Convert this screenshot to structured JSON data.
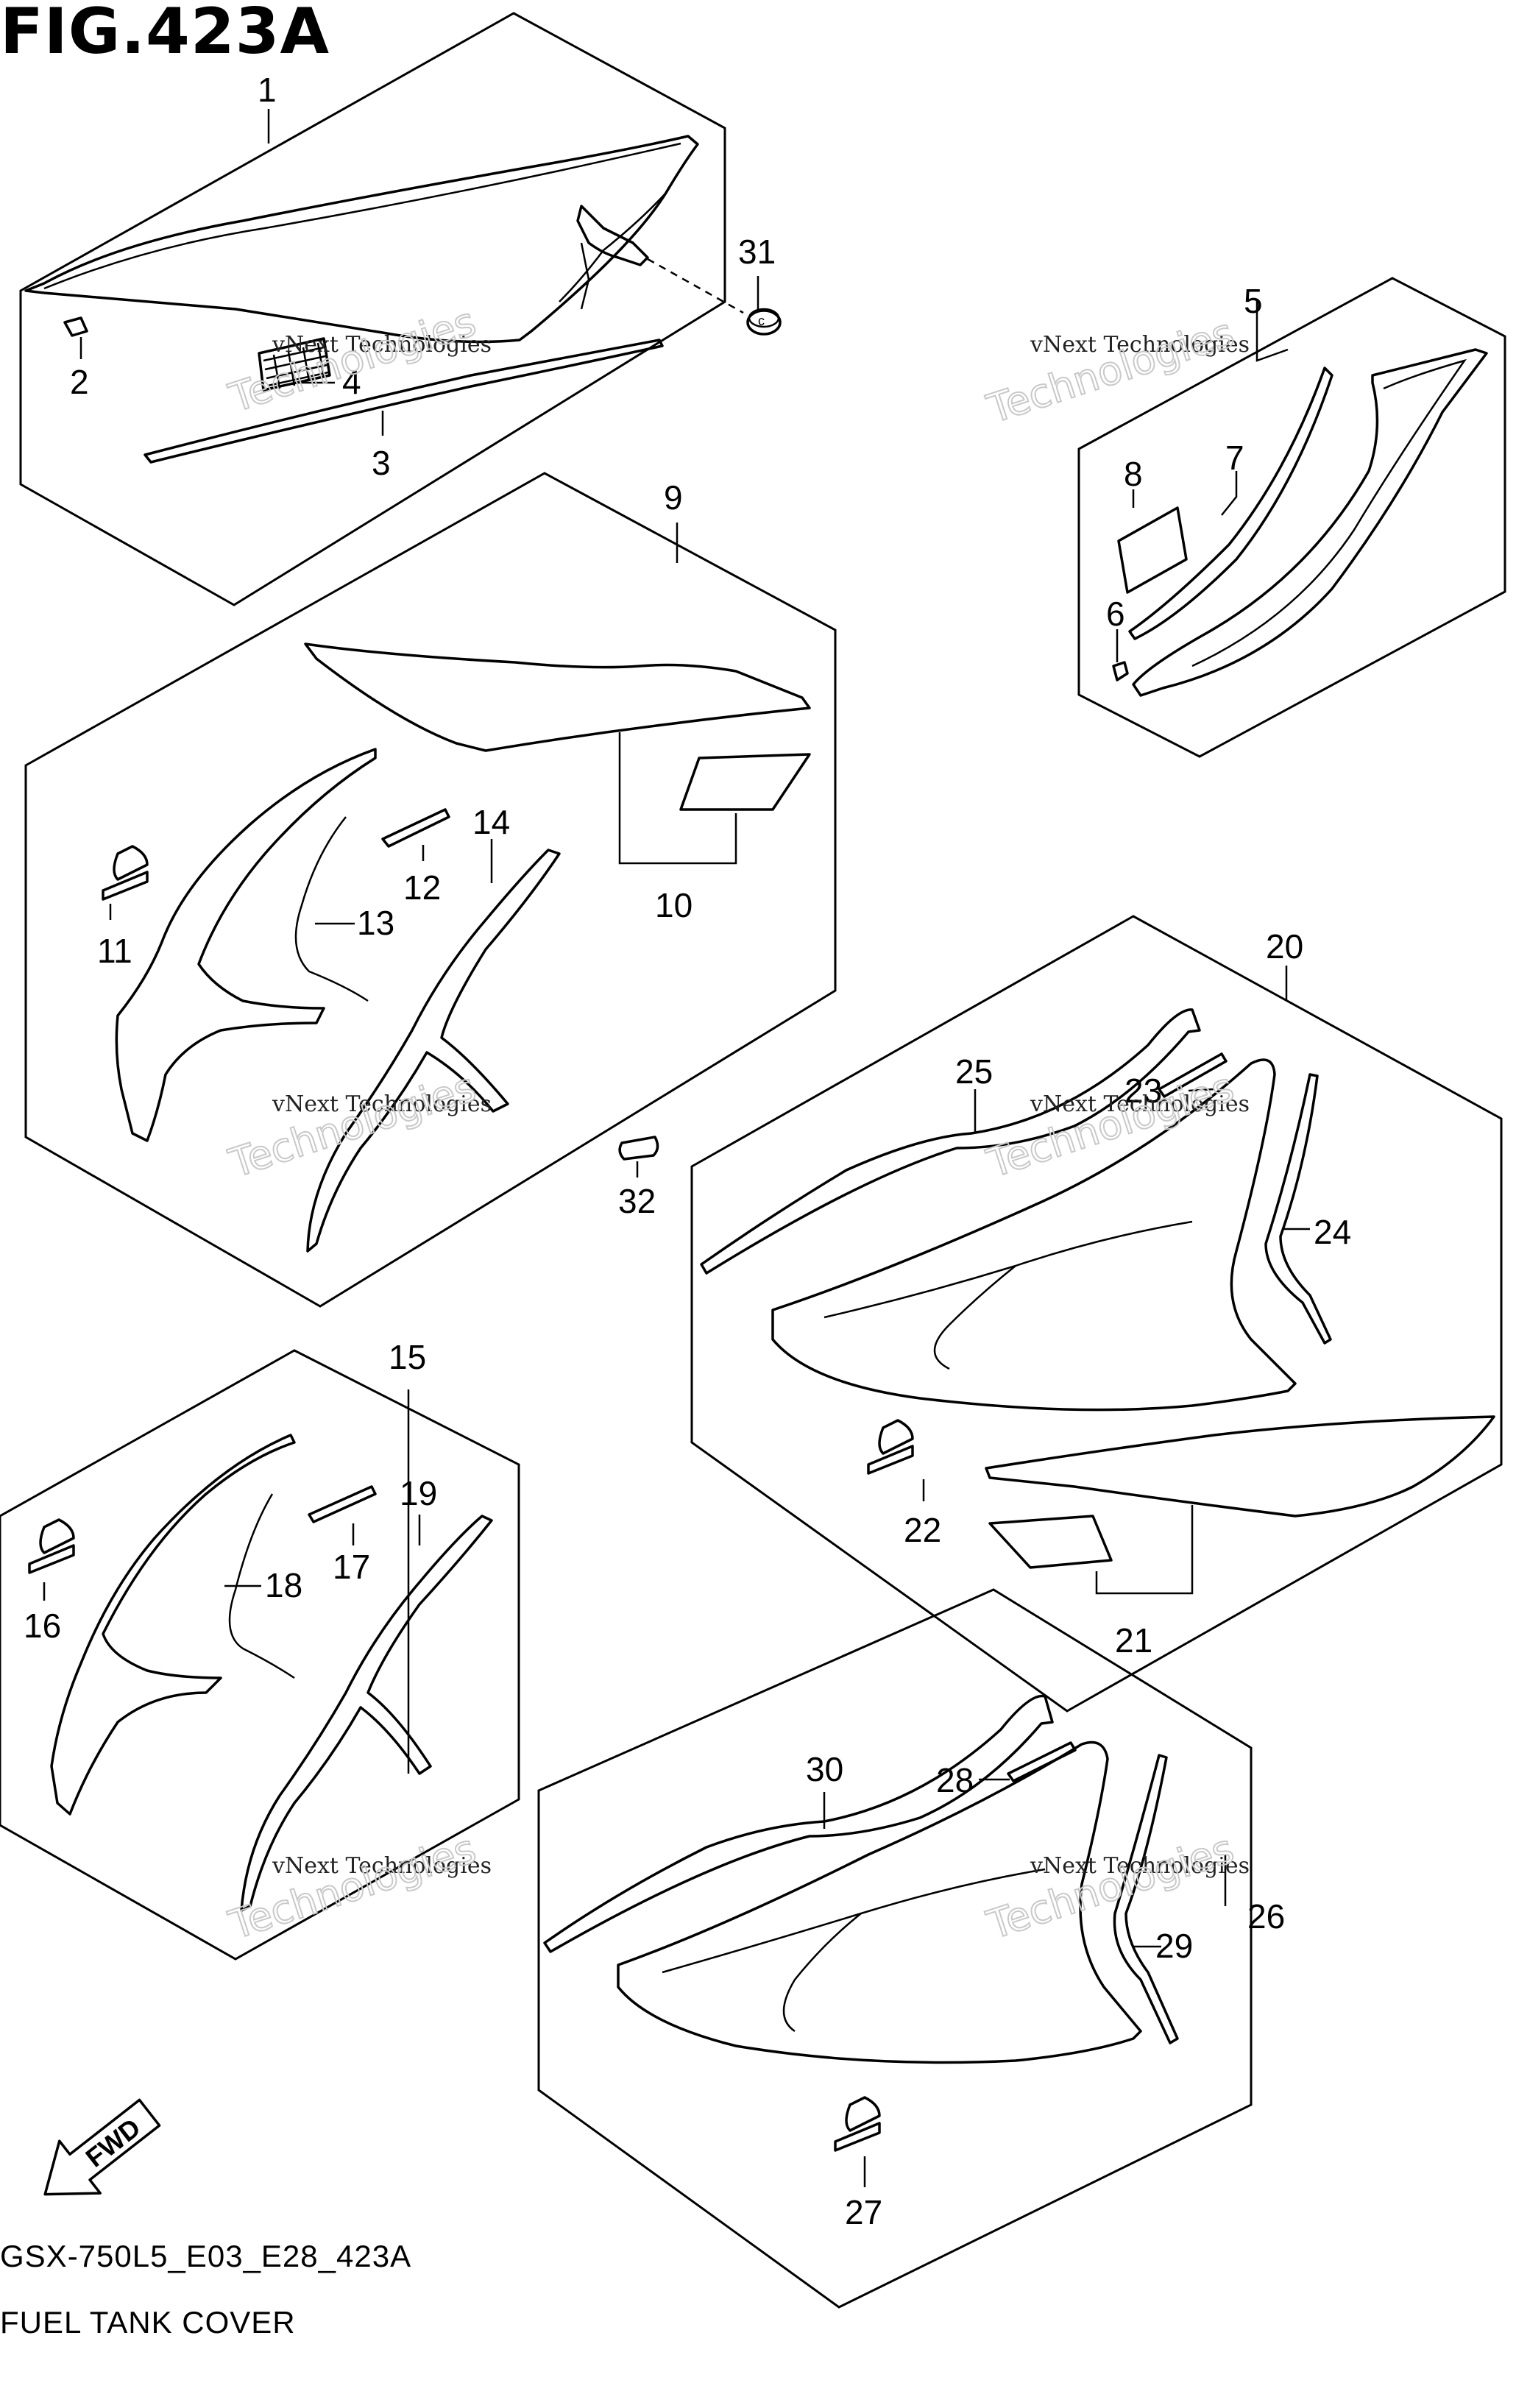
{
  "figure": {
    "title": "FIG.423A",
    "code": "GSX-750L5_E03_E28_423A",
    "caption": "FUEL TANK COVER",
    "direction_label": "FWD"
  },
  "watermark": {
    "line1": "vNext Technologies",
    "line2": "Technologies"
  },
  "callouts": {
    "p1": "1",
    "p2": "2",
    "p3": "3",
    "p4": "4",
    "p5": "5",
    "p6": "6",
    "p7": "7",
    "p8": "8",
    "p9": "9",
    "p10": "10",
    "p11": "11",
    "p12": "12",
    "p13": "13",
    "p14": "14",
    "p15": "15",
    "p16": "16",
    "p17": "17",
    "p18": "18",
    "p19": "19",
    "p20": "20",
    "p21": "21",
    "p22": "22",
    "p23": "23",
    "p24": "24",
    "p25": "25",
    "p26": "26",
    "p27": "27",
    "p28": "28",
    "p29": "29",
    "p30": "30",
    "p31": "31",
    "p32": "32"
  }
}
